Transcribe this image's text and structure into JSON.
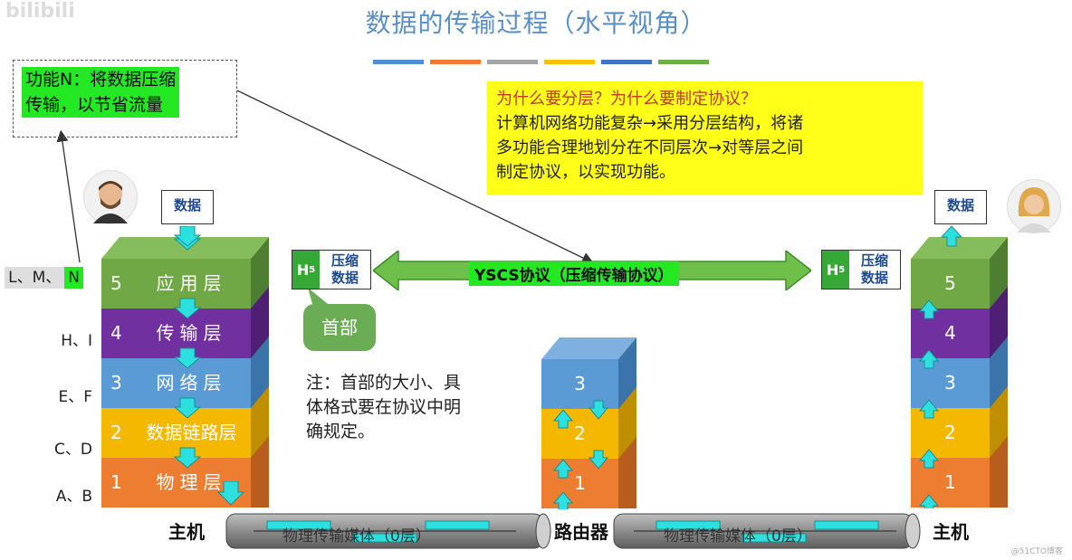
{
  "title": "数据的传输过程（水平视角）",
  "watermark": "bilibili",
  "corner_mark": "@51CTO博客",
  "title_bar_colors": [
    "#4e8fd6",
    "#ee7d31",
    "#a5a5a5",
    "#ffc000",
    "#4472c4",
    "#70ad47"
  ],
  "note_n": {
    "line1": "功能N：将数据压缩",
    "line2": "传输，以节省流量"
  },
  "question_box": {
    "question": "为什么要分层？为什么要制定协议？",
    "line1": "计算机网络功能复杂→采用分层结构，将诸",
    "line2": "多功能合理地划分在不同层次→对等层之间",
    "line3": "制定协议，以实现功能。"
  },
  "left_host": {
    "data_label": "数据",
    "host_label": "主机",
    "layers": [
      {
        "num": "5",
        "name": "应用层",
        "color": "#70a845",
        "side": "#4e7e30",
        "tag": "L、M、N"
      },
      {
        "num": "4",
        "name": "传输层",
        "color": "#7030a0",
        "side": "#4f1f74",
        "tag": "H、I"
      },
      {
        "num": "3",
        "name": "网络层",
        "color": "#5b9bd5",
        "side": "#3a74aa",
        "tag": "E、F"
      },
      {
        "num": "2",
        "name": "数据链路层",
        "color": "#f5b800",
        "side": "#c08f00",
        "tag": "C、D"
      },
      {
        "num": "1",
        "name": "物理层",
        "color": "#ed7d31",
        "side": "#b85d1e",
        "tag": "A、B"
      }
    ]
  },
  "tags": {
    "t5_prefix": "L、M、",
    "t5_highlight": "N",
    "t4": "H、I",
    "t3": "E、F",
    "t2": "C、D",
    "t1": "A、B"
  },
  "router": {
    "label": "路由器",
    "layers": [
      {
        "num": "3",
        "color": "#5b9bd5"
      },
      {
        "num": "2",
        "color": "#f5b800"
      },
      {
        "num": "1",
        "color": "#ed7d31"
      }
    ]
  },
  "right_host": {
    "data_label": "数据",
    "host_label": "主机",
    "layers": [
      {
        "num": "5",
        "color": "#70a845"
      },
      {
        "num": "4",
        "color": "#7030a0"
      },
      {
        "num": "3",
        "color": "#5b9bd5"
      },
      {
        "num": "2",
        "color": "#f5b800"
      },
      {
        "num": "1",
        "color": "#ed7d31"
      }
    ]
  },
  "h5": {
    "h": "H",
    "sub": "5",
    "line1": "压缩",
    "line2": "数据"
  },
  "protocol_label": "YSCS协议（压缩传输协议）",
  "callout": "首部",
  "comment": {
    "line1": "注：首部的大小、具",
    "line2": "体格式要在协议中明",
    "line3": "确规定。"
  },
  "media_left": "物理传输媒体（0层）",
  "media_right": "物理传输媒体（0层）"
}
